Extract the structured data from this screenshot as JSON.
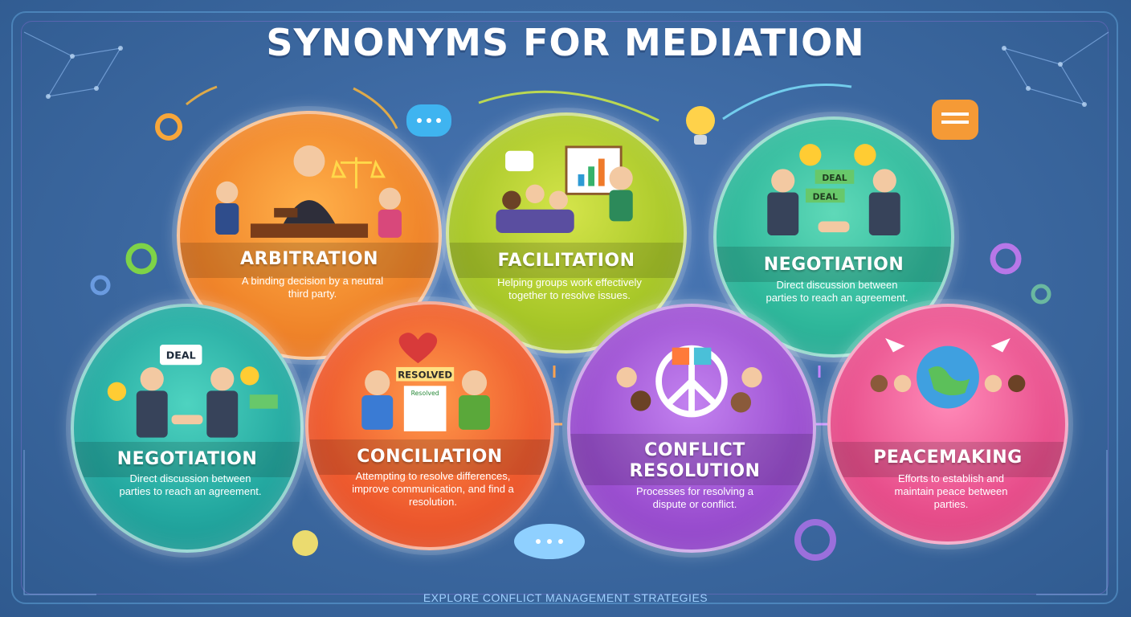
{
  "title": "SYNONYMS FOR MEDIATION",
  "footer": "EXPLORE CONFLICT MANAGEMENT STRATEGIES",
  "cards": {
    "arbitration": {
      "title": "ARBITRATION",
      "description": "A binding decision by a neutral third party.",
      "color": "#f0852a",
      "icons": [
        "judge-icon",
        "scales-icon",
        "gavel-icon"
      ]
    },
    "facilitation": {
      "title": "FACILITATION",
      "description": "Helping groups work effectively together to resolve issues.",
      "color": "#a9c829",
      "icons": [
        "presentation-board-icon",
        "chat-bubble-icon"
      ]
    },
    "negotiation_top": {
      "title": "NEGOTIATION",
      "description": "Direct discussion between parties to reach an agreement.",
      "color": "#2fb89b",
      "deal_labels": [
        "DEAL",
        "DEAL"
      ],
      "icons": [
        "handshake-icon",
        "dollar-coin-icon"
      ]
    },
    "negotiation_bottom": {
      "title": "NEGOTIATION",
      "description": "Direct discussion between parties to reach an agreement.",
      "color": "#23a8a0",
      "deal_label": "DEAL",
      "icons": [
        "handshake-icon",
        "dollar-coin-icon",
        "money-icon"
      ]
    },
    "conciliation": {
      "title": "CONCILIATION",
      "description": "Attempting to resolve differences, improve communication, and find a resolution.",
      "color": "#ee5a2e",
      "banner": "RESOLVED",
      "document_label": "Resolved",
      "icons": [
        "broken-heart-icon",
        "document-icon"
      ]
    },
    "conflict_resolution": {
      "title": "CONFLICT RESOLUTION",
      "description": "Processes for resolving a dispute or conflict.",
      "color": "#9b4fd0",
      "icons": [
        "peace-sign-icon",
        "puzzle-icon"
      ]
    },
    "peacemaking": {
      "title": "PEACEMAKING",
      "description": "Efforts to establish and maintain peace between parties.",
      "color": "#e84f8c",
      "icons": [
        "globe-icon",
        "dove-icon"
      ]
    }
  }
}
